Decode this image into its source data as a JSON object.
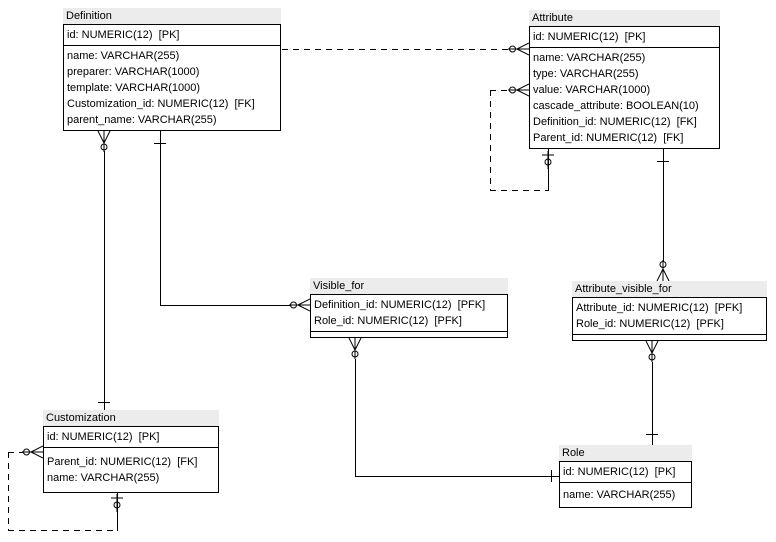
{
  "diagram": {
    "type": "entity-relationship",
    "background_color": "#ffffff",
    "entity_title_bg": "#ececec",
    "line_color": "#000000"
  },
  "entities": {
    "definition": {
      "title": "Definition",
      "pk": [
        "id: NUMERIC(12)  [PK]"
      ],
      "columns": [
        "name: VARCHAR(255)",
        "preparer: VARCHAR(1000)",
        "template: VARCHAR(1000)",
        "Customization_id: NUMERIC(12)  [FK]",
        "parent_name: VARCHAR(255)"
      ]
    },
    "attribute": {
      "title": "Attribute",
      "pk": [
        "id: NUMERIC(12)  [PK]"
      ],
      "columns": [
        "name: VARCHAR(255)",
        "type: VARCHAR(255)",
        "value: VARCHAR(1000)",
        "cascade_attribute: BOOLEAN(10)",
        "Definition_id: NUMERIC(12)  [FK]",
        "Parent_id: NUMERIC(12)  [FK]"
      ]
    },
    "visible_for": {
      "title": "Visible_for",
      "pk": [
        "Definition_id: NUMERIC(12)  [PFK]",
        "Role_id: NUMERIC(12)  [PFK]"
      ],
      "columns": []
    },
    "attribute_visible_for": {
      "title": "Attribute_visible_for",
      "pk": [
        "Attribute_id: NUMERIC(12)  [PFK]",
        "Role_id: NUMERIC(12)  [PFK]"
      ],
      "columns": []
    },
    "customization": {
      "title": "Customization",
      "pk": [
        "id: NUMERIC(12)  [PK]"
      ],
      "columns": [
        "Parent_id: NUMERIC(12)  [FK]",
        "name: VARCHAR(255)"
      ]
    },
    "role": {
      "title": "Role",
      "pk": [
        "id: NUMERIC(12)  [PK]"
      ],
      "columns": [
        "name: VARCHAR(255)"
      ]
    }
  },
  "relationships": [
    {
      "from": "Definition",
      "to": "Attribute",
      "from_cardinality": "one",
      "to_cardinality": "zero-or-many",
      "line": "dashed"
    },
    {
      "from": "Attribute",
      "to": "Attribute",
      "from_cardinality": "zero-or-one",
      "to_cardinality": "zero-or-many",
      "line": "dashed"
    },
    {
      "from": "Customization",
      "to": "Definition",
      "from_cardinality": "one",
      "to_cardinality": "zero-or-many",
      "line": "solid"
    },
    {
      "from": "Definition",
      "to": "Visible_for",
      "from_cardinality": "one",
      "to_cardinality": "zero-or-many",
      "line": "solid"
    },
    {
      "from": "Attribute",
      "to": "Attribute_visible_for",
      "from_cardinality": "one",
      "to_cardinality": "zero-or-many",
      "line": "solid"
    },
    {
      "from": "Role",
      "to": "Visible_for",
      "from_cardinality": "one",
      "to_cardinality": "zero-or-many",
      "line": "solid"
    },
    {
      "from": "Role",
      "to": "Attribute_visible_for",
      "from_cardinality": "one",
      "to_cardinality": "zero-or-many",
      "line": "solid"
    },
    {
      "from": "Customization",
      "to": "Customization",
      "from_cardinality": "zero-or-one",
      "to_cardinality": "zero-or-many",
      "line": "dashed"
    }
  ],
  "notation": {
    "zero_or_many": "crow-foot-with-circle",
    "one": "perpendicular-bar",
    "zero_or_one": "bar-with-circle",
    "identifying_relationship": "solid-line",
    "non_identifying_relationship": "dashed-line"
  }
}
